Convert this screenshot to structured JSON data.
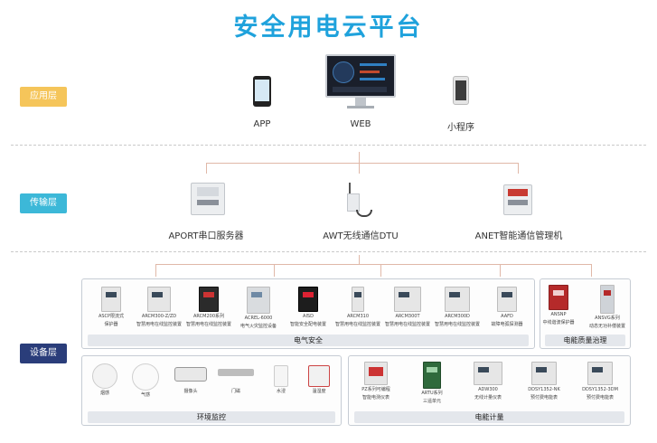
{
  "title": "安全用电云平台",
  "layers": {
    "app": "应用层",
    "transport": "传输层",
    "device": "设备层"
  },
  "colors": {
    "title": "#1fa2dc",
    "app_tag": "#f5c55a",
    "transport_tag": "#3cb8d8",
    "device_tag": "#2a3d7a",
    "connector": "#e0b8a8"
  },
  "apps": {
    "app": "APP",
    "web": "WEB",
    "mini": "小程序"
  },
  "transport": {
    "aport": "APORT串口服务器",
    "awt": "AWT无线通信DTU",
    "anet": "ANET智能通信管理机"
  },
  "electric_safety": {
    "label": "电气安全",
    "devices": [
      {
        "name": "ASCP限流式",
        "desc": "保护器"
      },
      {
        "name": "ARCM300-Z/ZD",
        "desc": "智慧用电在线监控装置"
      },
      {
        "name": "ARCM200系列",
        "desc": "智慧用电在线监控装置"
      },
      {
        "name": "ACREL-6000",
        "desc": "电气火灾监控设备"
      },
      {
        "name": "AISD",
        "desc": "智能安全配电装置"
      },
      {
        "name": "ARCM310",
        "desc": "智慧用电在线监控装置"
      },
      {
        "name": "ARCM300T",
        "desc": "智慧用电在线监控装置"
      },
      {
        "name": "ARCM300D",
        "desc": "智慧用电在线监控装置"
      },
      {
        "name": "AAFD",
        "desc": "故障电弧探测器"
      }
    ]
  },
  "power_quality": {
    "label": "电能质量治理",
    "devices": [
      {
        "name": "ANSNP",
        "desc": "中线谐波保护器"
      },
      {
        "name": "ANSVG系列",
        "desc": "动态无功补偿装置"
      }
    ]
  },
  "environment": {
    "label": "环境监控",
    "devices": [
      {
        "name": "烟感"
      },
      {
        "name": "气感"
      },
      {
        "name": "摄像头"
      },
      {
        "name": "门磁"
      },
      {
        "name": "水浸"
      },
      {
        "name": "温湿度"
      }
    ]
  },
  "metering": {
    "label": "电能计量",
    "devices": [
      {
        "name": "PZ系列可编程",
        "desc": "智能电测仪表"
      },
      {
        "name": "ARTU系列",
        "desc": "三遥单元"
      },
      {
        "name": "ADW300",
        "desc": "无线计量仪表"
      },
      {
        "name": "DDSY1352-NK",
        "desc": "预付费电能表"
      },
      {
        "name": "DDSY1352-3DM",
        "desc": "预付费电能表"
      }
    ]
  }
}
